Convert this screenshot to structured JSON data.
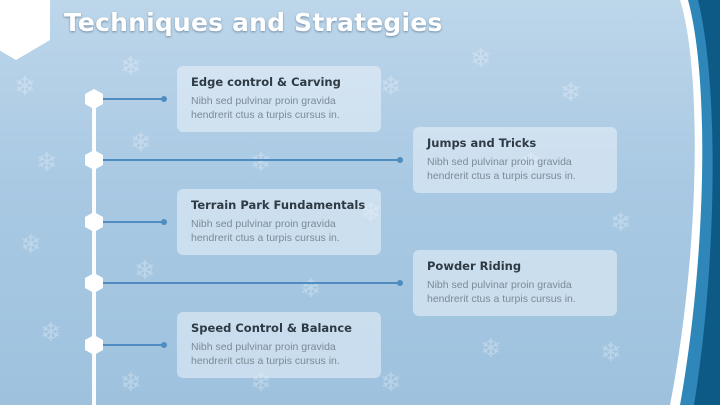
{
  "title": "Techniques and Strategies",
  "colors": {
    "accent": "#4f8dc0",
    "swoosh_dark": "#0d5a86",
    "swoosh_mid": "#2f86b8",
    "card_bg": "#ebf3fa",
    "title_text": "#ffffff"
  },
  "items": [
    {
      "title": "Edge control & Carving",
      "text": "Nibh sed pulvinar proin gravida hendrerit ctus a turpis cursus in."
    },
    {
      "title": "Jumps and Tricks",
      "text": "Nibh sed pulvinar proin gravida hendrerit ctus a turpis cursus in."
    },
    {
      "title": "Terrain Park Fundamentals",
      "text": "Nibh sed pulvinar proin gravida hendrerit ctus a turpis cursus in."
    },
    {
      "title": "Powder Riding",
      "text": "Nibh sed pulvinar proin gravida hendrerit ctus a turpis cursus in."
    },
    {
      "title": "Speed Control & Balance",
      "text": "Nibh sed pulvinar proin gravida hendrerit ctus a turpis cursus in."
    }
  ]
}
